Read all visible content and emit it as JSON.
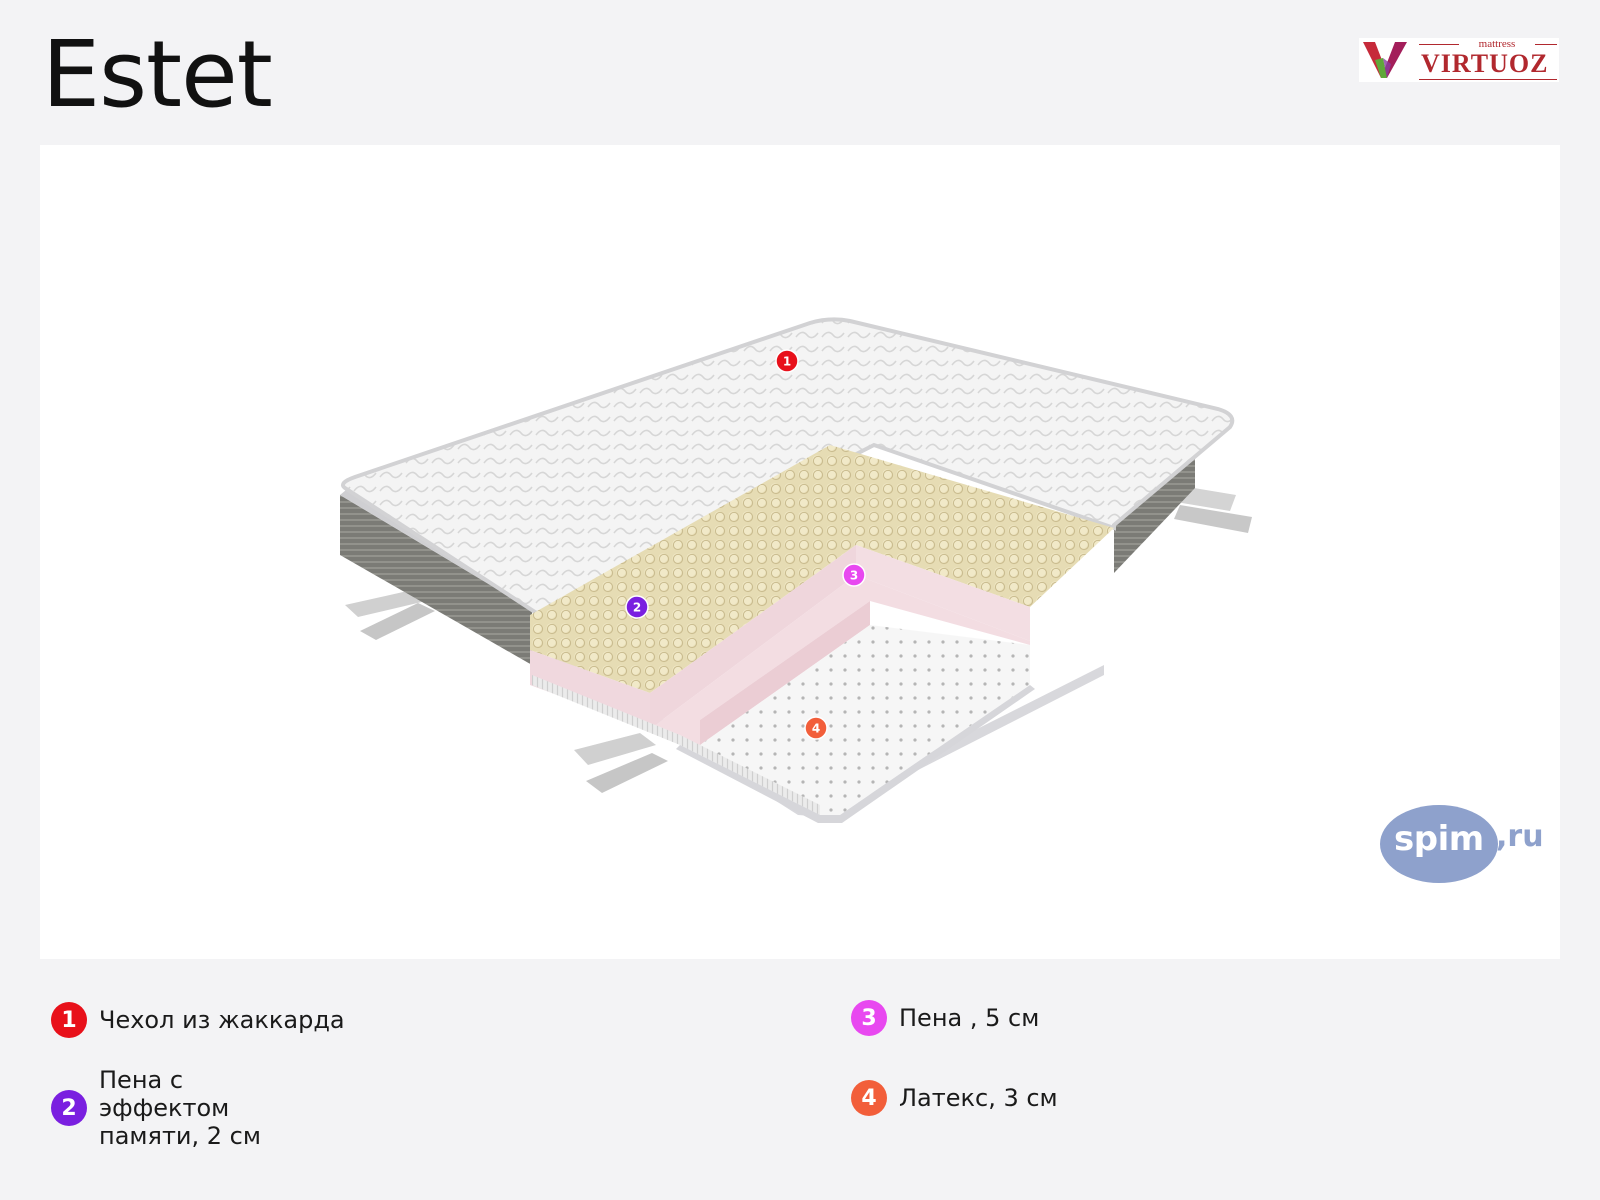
{
  "title": "Estet",
  "brand": {
    "small": "mattress",
    "name": "VIRTUOZ"
  },
  "watermark": {
    "main": "spim",
    "suffix": ",ru"
  },
  "layers": [
    {
      "num": "1",
      "label": "Чехол из жаккарда",
      "color": "#e8101a"
    },
    {
      "num": "2",
      "label": "Пена с эффектом памяти, 2 см",
      "color": "#7a1fe0"
    },
    {
      "num": "3",
      "label": "Пена , 5 см",
      "color": "#e848f0"
    },
    {
      "num": "4",
      "label": "Латекс, 3 см",
      "color": "#f25e3a"
    }
  ]
}
